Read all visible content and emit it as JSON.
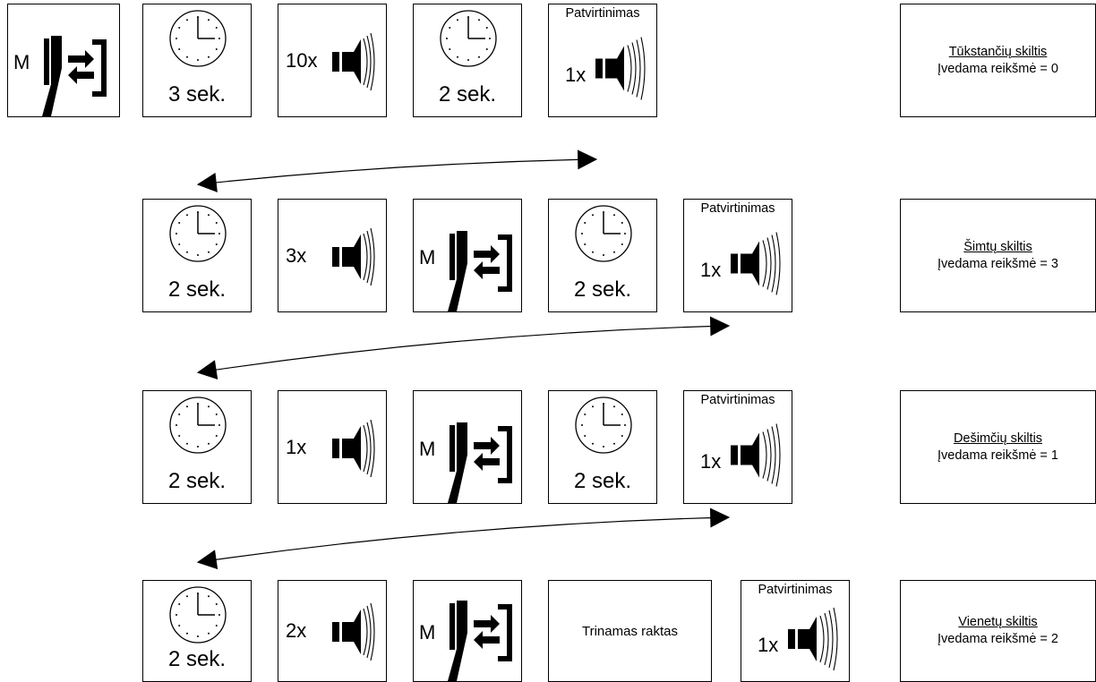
{
  "rows": [
    {
      "steps": [
        {
          "kind": "key"
        },
        {
          "kind": "clock",
          "label": "3 sek."
        },
        {
          "kind": "beep",
          "count": "10x"
        },
        {
          "kind": "clock",
          "label": "2 sek."
        },
        {
          "kind": "confirm",
          "header": "Patvirtinimas",
          "count": "1x"
        }
      ],
      "section": {
        "title": "Tūkstančių skiltis",
        "value": "Įvedama reikšmė = 0"
      }
    },
    {
      "steps": [
        {
          "kind": "clock",
          "label": "2 sek."
        },
        {
          "kind": "beep",
          "count": "3x"
        },
        {
          "kind": "key"
        },
        {
          "kind": "clock",
          "label": "2 sek."
        },
        {
          "kind": "confirm",
          "header": "Patvirtinimas",
          "count": "1x"
        }
      ],
      "section": {
        "title": "Šimtų skiltis",
        "value": "Įvedama reikšmė = 3"
      }
    },
    {
      "steps": [
        {
          "kind": "clock",
          "label": "2 sek."
        },
        {
          "kind": "beep",
          "count": "1x"
        },
        {
          "kind": "key"
        },
        {
          "kind": "clock",
          "label": "2 sek."
        },
        {
          "kind": "confirm",
          "header": "Patvirtinimas",
          "count": "1x"
        }
      ],
      "section": {
        "title": "Dešimčių skiltis",
        "value": "Įvedama reikšmė = 1"
      }
    },
    {
      "steps": [
        {
          "kind": "clock",
          "label": "2 sek."
        },
        {
          "kind": "beep",
          "count": "2x"
        },
        {
          "kind": "key"
        },
        {
          "kind": "text",
          "label": "Trinamas raktas"
        },
        {
          "kind": "confirm",
          "header": "Patvirtinimas",
          "count": "1x"
        }
      ],
      "section": {
        "title": "Vienetų skiltis",
        "value": "Įvedama reikšmė = 2"
      }
    }
  ],
  "key_letter": "M",
  "icons": {
    "clock": "clock-icon",
    "beep": "speaker-icon",
    "confirm": "speaker-waves-icon",
    "key": "key-reader-icon"
  }
}
